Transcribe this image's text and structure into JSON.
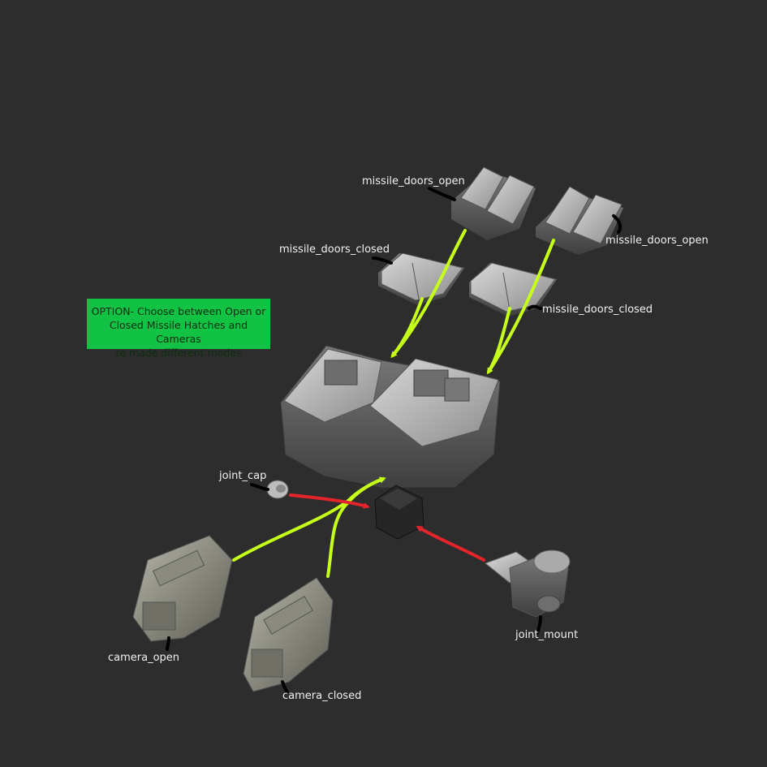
{
  "labels": {
    "missile_doors_open_left": "missile_doors_open",
    "missile_doors_open_right": "missile_doors_open",
    "missile_doors_closed_left": "missile_doors_closed",
    "missile_doors_closed_right": "missile_doors_closed",
    "joint_cap": "joint_cap",
    "joint_mount": "joint_mount",
    "camera_open": "camera_open",
    "camera_closed": "camera_closed"
  },
  "note": {
    "line1": "OPTION- Choose between Open or",
    "line2": "Closed Missile Hatches and Cameras",
    "line3": "to made different modes"
  },
  "colors": {
    "background": "#2d2d2d",
    "option_arrow": "#c6ff1a",
    "attach_arrow": "#e3242b",
    "note_bg": "#12c245",
    "part": "#9a9a9a"
  },
  "icons": [
    "missile-door-open-part",
    "missile-door-closed-part",
    "missile-pod-part",
    "joint-cap-part",
    "joint-mount-part",
    "camera-part"
  ]
}
